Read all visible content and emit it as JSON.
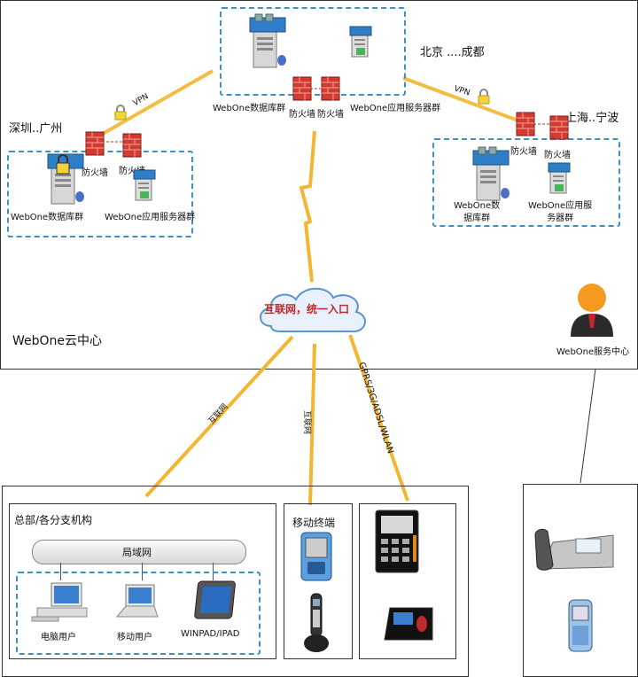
{
  "cloud_center": {
    "title": "WebOne云中心"
  },
  "beijing": {
    "city": "北京 ....成都",
    "db": "WebOne数据库群",
    "app": "WebOne应用服务器群",
    "firewall1": "防火墙",
    "firewall2": "防火墙"
  },
  "shenzhen": {
    "city": "深圳..广州",
    "db": "WebOne数据库群",
    "app": "WebOne应用服务器群",
    "firewall1": "防火墙",
    "firewall2": "防火墙"
  },
  "shanghai": {
    "city": "上海..宁波",
    "db": "WebOne数\n据库群",
    "app": "WebOne应用服\n务器群",
    "firewall1": "防火墙",
    "firewall2": "防火墙"
  },
  "links": {
    "vpn_left": "VPN",
    "vpn_right": "VPN",
    "internet": "互联网",
    "internet_left": "互联网",
    "gprs": "GPRS/3G/ADSL/WLAN"
  },
  "cloud": {
    "label": "互联网，统一入口"
  },
  "service_center": {
    "label": "WebOne服务中心"
  },
  "hq": {
    "title": "总部/各分支机构",
    "lan": "局域网",
    "pc_user": "电脑用户",
    "mobile_user": "移动用户",
    "winpad": "WINPAD/IPAD"
  },
  "mobile_terminal": {
    "title": "移动终端"
  },
  "colors": {
    "link": "#f2b630",
    "dash": "#3d8fc4",
    "firewall": "#c8312b"
  }
}
